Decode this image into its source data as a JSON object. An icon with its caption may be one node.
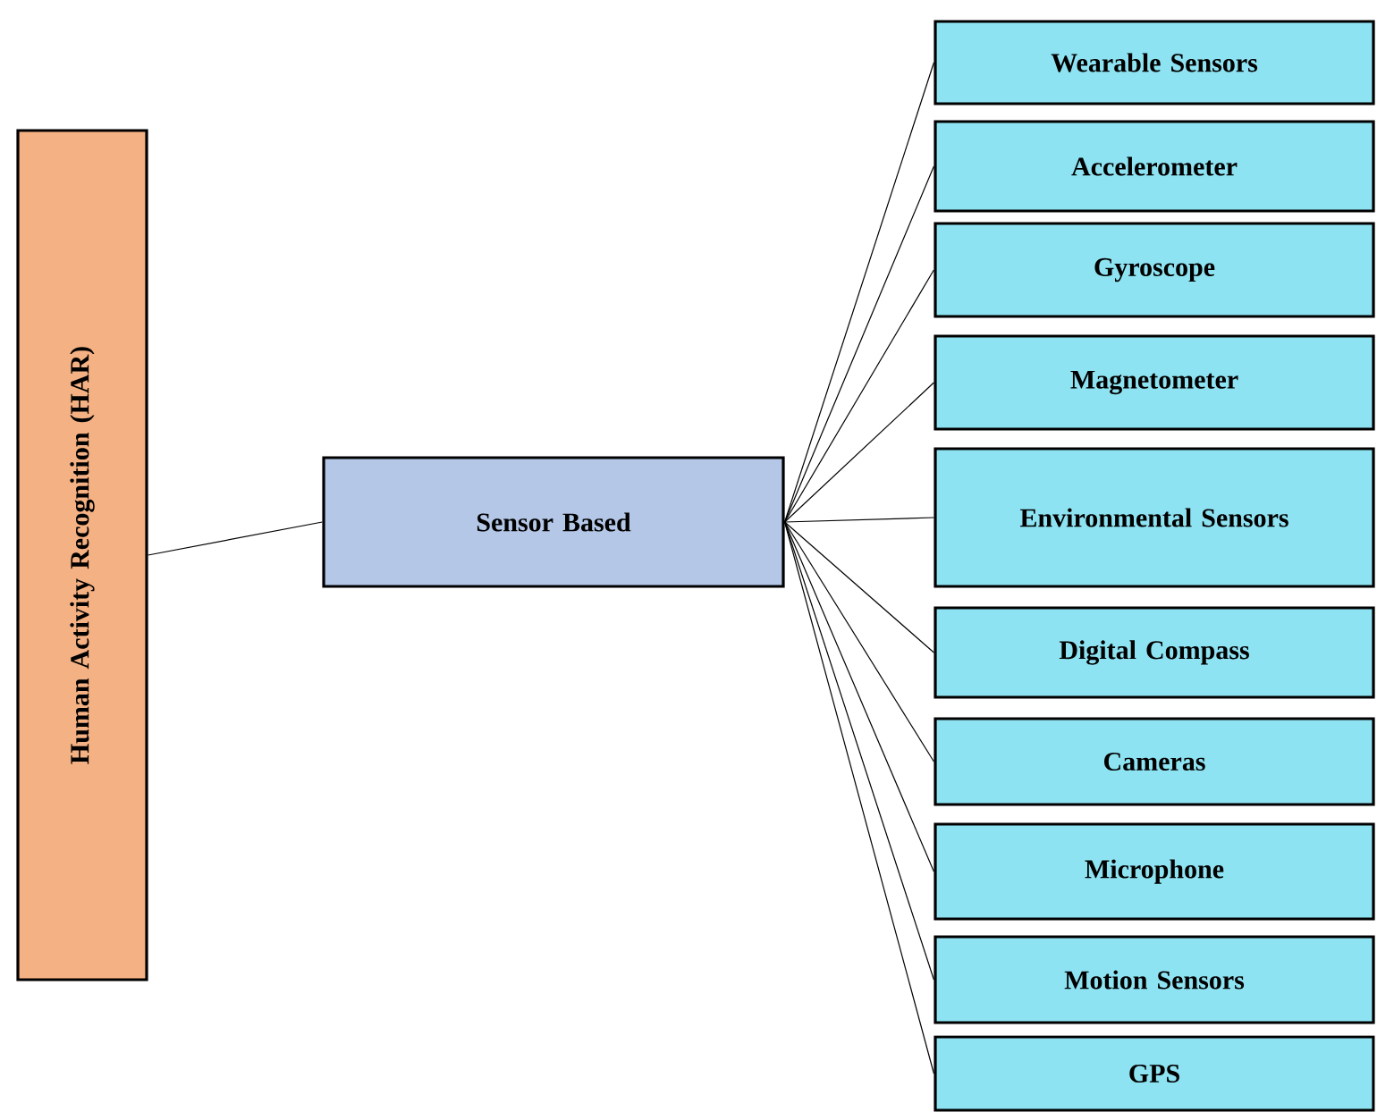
{
  "diagram": {
    "nodes": [
      {
        "text": [
          "Human Activity Recognition (HAR)"
        ]
      },
      {
        "text": [
          "Sensor Based"
        ]
      },
      {
        "text": [
          "Wearable Sensors"
        ]
      },
      {
        "text": [
          "Accelerometer"
        ]
      },
      {
        "text": [
          "Gyroscope"
        ]
      },
      {
        "text": [
          "Magnetometer"
        ]
      },
      {
        "text": [
          "Environmental Sensors"
        ]
      },
      {
        "text": [
          "Digital Compass"
        ]
      },
      {
        "text": [
          "Cameras"
        ]
      },
      {
        "text": [
          "Microphone"
        ]
      },
      {
        "text": [
          "Motion Sensors"
        ]
      },
      {
        "text": [
          "GPS"
        ]
      }
    ],
    "edges": [
      {
        "from": 0,
        "to": 1,
        "arrow": "none"
      },
      {
        "from": 1,
        "to": 2,
        "arrow": "none"
      },
      {
        "from": 1,
        "to": 3,
        "arrow": "none"
      },
      {
        "from": 1,
        "to": 4,
        "arrow": "none"
      },
      {
        "from": 1,
        "to": 5,
        "arrow": "none"
      },
      {
        "from": 1,
        "to": 6,
        "arrow": "none"
      },
      {
        "from": 1,
        "to": 7,
        "arrow": "none"
      },
      {
        "from": 1,
        "to": 8,
        "arrow": "none"
      },
      {
        "from": 1,
        "to": 9,
        "arrow": "none"
      },
      {
        "from": 1,
        "to": 10,
        "arrow": "none"
      },
      {
        "from": 1,
        "to": 11,
        "arrow": "none"
      }
    ]
  }
}
